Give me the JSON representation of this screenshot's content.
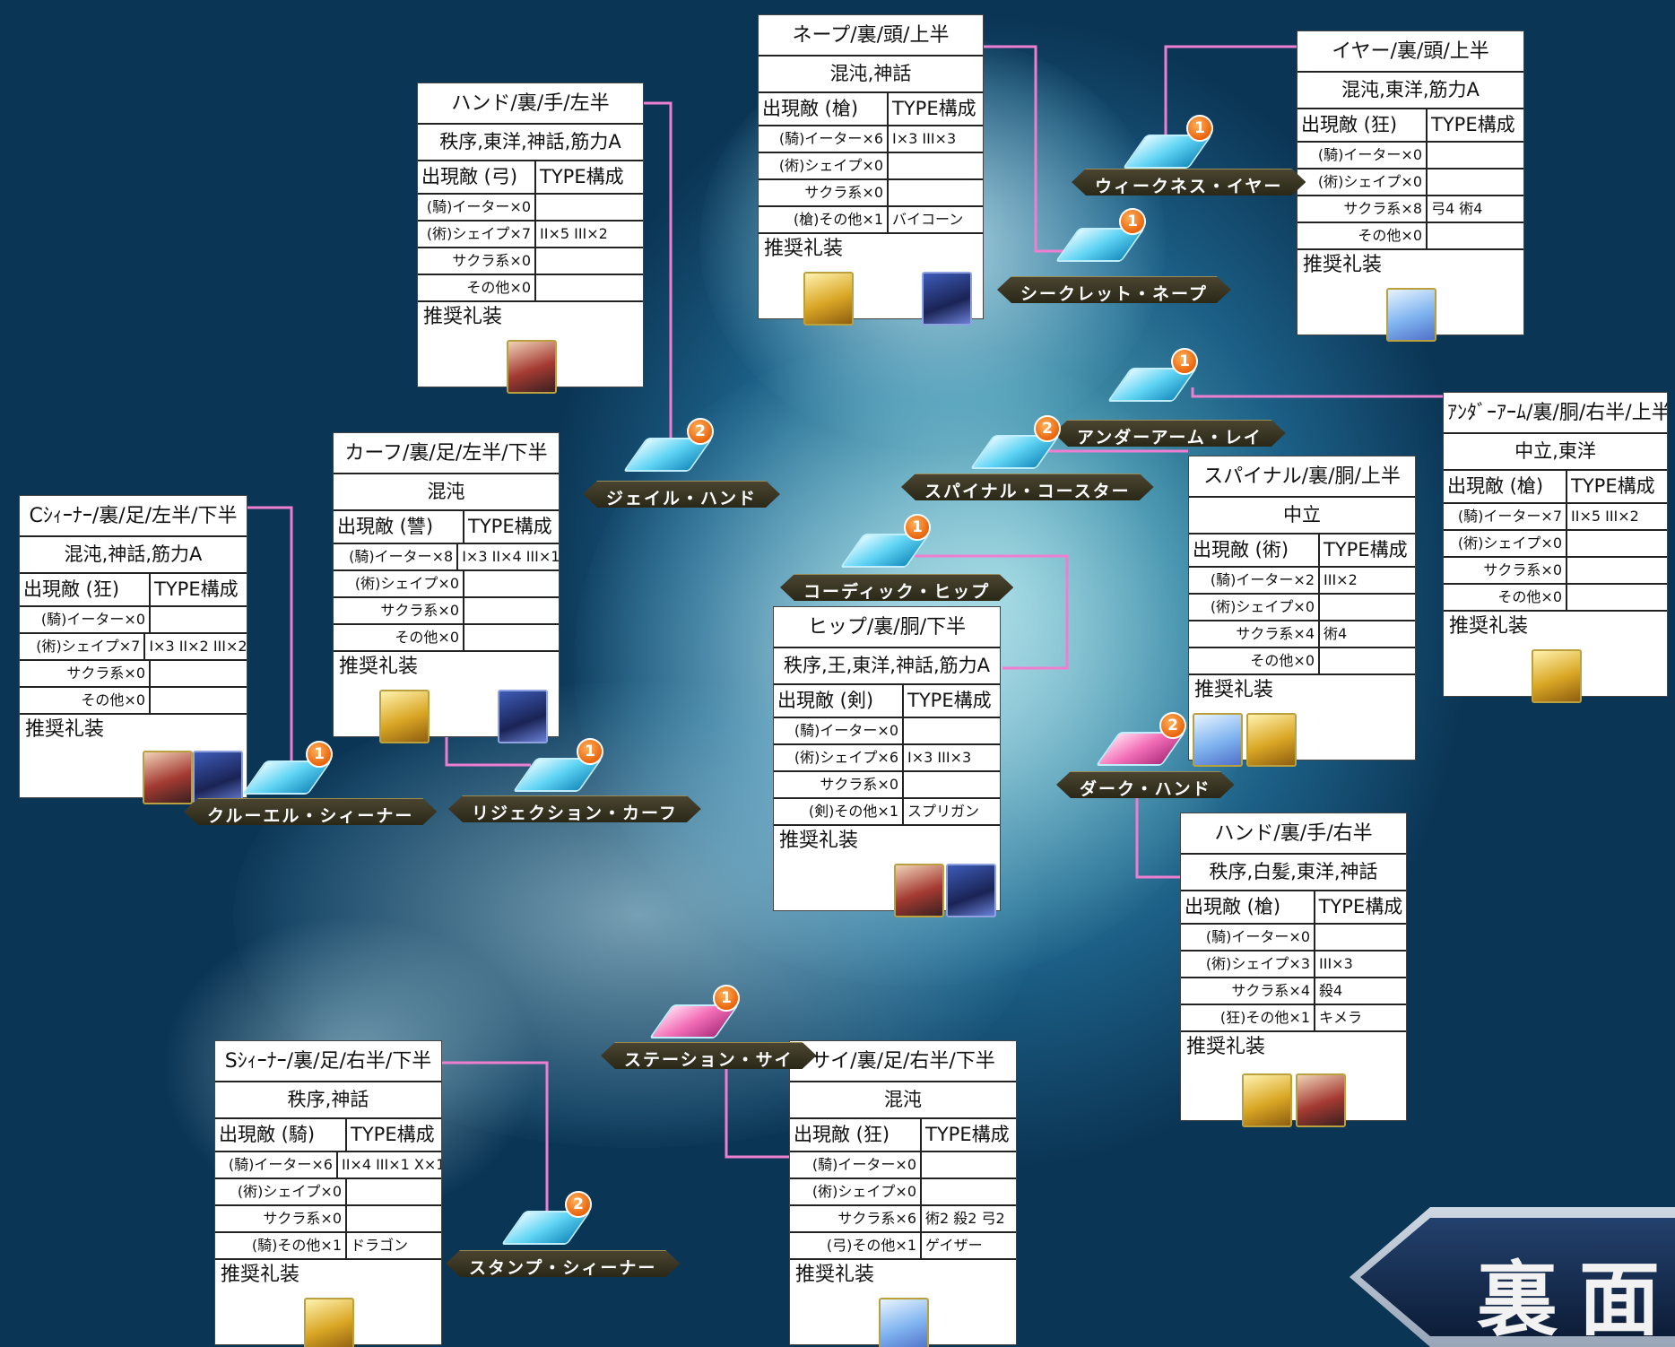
{
  "face_label": "裏面",
  "colors": {
    "connector": "#ee7fd0",
    "node_blue": "#5fd4f4",
    "node_pink": "#f26db6",
    "badge": "#e9640c"
  },
  "nodes": [
    {
      "id": "weakness-ear",
      "label": "ウィークネス・イヤー",
      "count": "1",
      "color": "blue"
    },
    {
      "id": "secret-nape",
      "label": "シークレット・ネープ",
      "count": "1",
      "color": "blue"
    },
    {
      "id": "jail-hand",
      "label": "ジェイル・ハンド",
      "count": "2",
      "color": "blue"
    },
    {
      "id": "underarm-ray",
      "label": "アンダーアーム・レイ",
      "count": "1",
      "color": "blue"
    },
    {
      "id": "spinal-coaster",
      "label": "スパイナル・コースター",
      "count": "2",
      "color": "blue"
    },
    {
      "id": "cordick-hip",
      "label": "コーディック・ヒップ",
      "count": "1",
      "color": "blue"
    },
    {
      "id": "dark-hand",
      "label": "ダーク・ハンド",
      "count": "2",
      "color": "pink"
    },
    {
      "id": "cruel-sheener",
      "label": "クルーエル・シィーナー",
      "count": "1",
      "color": "blue"
    },
    {
      "id": "rejection-calf",
      "label": "リジェクション・カーフ",
      "count": "1",
      "color": "blue"
    },
    {
      "id": "station-psi",
      "label": "ステーション・サイ",
      "count": "1",
      "color": "pink"
    },
    {
      "id": "stamp-sheener",
      "label": "スタンプ・シィーナー",
      "count": "2",
      "color": "blue"
    }
  ],
  "cards": [
    {
      "id": "hand-left",
      "title": "ハンド/裏/手/左半",
      "traits": "秩序,東洋,神話,筋力A",
      "enemy_header": "出現敵 (弓)",
      "type_header": "TYPE構成",
      "rows": [
        {
          "label": "(騎)イーター×0",
          "type": ""
        },
        {
          "label": "(術)シェイプ×7",
          "type": "II×5 III×2"
        },
        {
          "label": "サクラ系×0",
          "type": ""
        },
        {
          "label": "その他×0",
          "type": ""
        }
      ],
      "rec_label": "推奨礼装",
      "ce": [
        "duo"
      ]
    },
    {
      "id": "nape",
      "title": "ネープ/裏/頭/上半",
      "traits": "混沌,神話",
      "enemy_header": "出現敵 (槍)",
      "type_header": "TYPE構成",
      "rows": [
        {
          "label": "(騎)イーター×6",
          "type": "I×3 III×3"
        },
        {
          "label": "(術)シェイプ×0",
          "type": ""
        },
        {
          "label": "サクラ系×0",
          "type": ""
        },
        {
          "label": "(槍)その他×1",
          "type": "バイコーン"
        }
      ],
      "rec_label": "推奨礼装",
      "ce": [
        "gold",
        "dark"
      ]
    },
    {
      "id": "ear",
      "title": "イヤー/裏/頭/上半",
      "traits": "混沌,東洋,筋力A",
      "enemy_header": "出現敵 (狂)",
      "type_header": "TYPE構成",
      "rows": [
        {
          "label": "(騎)イーター×0",
          "type": ""
        },
        {
          "label": "(術)シェイプ×0",
          "type": ""
        },
        {
          "label": "サクラ系×8",
          "type": "弓4 術4"
        },
        {
          "label": "その他×0",
          "type": ""
        }
      ],
      "rec_label": "推奨礼装",
      "ce": [
        "blue"
      ]
    },
    {
      "id": "underarm",
      "title": "ｱﾝﾀﾞｰｱｰﾑ/裏/胴/右半/上半",
      "traits": "中立,東洋",
      "enemy_header": "出現敵 (槍)",
      "type_header": "TYPE構成",
      "rows": [
        {
          "label": "(騎)イーター×7",
          "type": "II×5 III×2"
        },
        {
          "label": "(術)シェイプ×0",
          "type": ""
        },
        {
          "label": "サクラ系×0",
          "type": ""
        },
        {
          "label": "その他×0",
          "type": ""
        }
      ],
      "rec_label": "推奨礼装",
      "ce": [
        "gold"
      ]
    },
    {
      "id": "calf",
      "title": "カーフ/裏/足/左半/下半",
      "traits": "混沌",
      "enemy_header": "出現敵 (讐)",
      "type_header": "TYPE構成",
      "rows": [
        {
          "label": "(騎)イーター×8",
          "type": "I×3 II×4 III×1"
        },
        {
          "label": "(術)シェイプ×0",
          "type": ""
        },
        {
          "label": "サクラ系×0",
          "type": ""
        },
        {
          "label": "その他×0",
          "type": ""
        }
      ],
      "rec_label": "推奨礼装",
      "ce": [
        "gold",
        "dark"
      ]
    },
    {
      "id": "c-sheener",
      "title": "Cｼｨｰﾅｰ/裏/足/左半/下半",
      "traits": "混沌,神話,筋力A",
      "enemy_header": "出現敵 (狂)",
      "type_header": "TYPE構成",
      "rows": [
        {
          "label": "(騎)イーター×0",
          "type": ""
        },
        {
          "label": "(術)シェイプ×7",
          "type": "I×3 II×2 III×2"
        },
        {
          "label": "サクラ系×0",
          "type": ""
        },
        {
          "label": "その他×0",
          "type": ""
        }
      ],
      "rec_label": "推奨礼装",
      "ce": [
        "duo",
        "dark"
      ]
    },
    {
      "id": "spinal",
      "title": "スパイナル/裏/胴/上半",
      "traits": "中立",
      "enemy_header": "出現敵 (術)",
      "type_header": "TYPE構成",
      "rows": [
        {
          "label": "(騎)イーター×2",
          "type": "III×2"
        },
        {
          "label": "(術)シェイプ×0",
          "type": ""
        },
        {
          "label": "サクラ系×4",
          "type": "術4"
        },
        {
          "label": "その他×0",
          "type": ""
        }
      ],
      "rec_label": "推奨礼装",
      "ce": [
        "blue",
        "gold"
      ]
    },
    {
      "id": "hip",
      "title": "ヒップ/裏/胴/下半",
      "traits": "秩序,王,東洋,神話,筋力A",
      "enemy_header": "出現敵 (剣)",
      "type_header": "TYPE構成",
      "rows": [
        {
          "label": "(騎)イーター×0",
          "type": ""
        },
        {
          "label": "(術)シェイプ×6",
          "type": "I×3 III×3"
        },
        {
          "label": "サクラ系×0",
          "type": ""
        },
        {
          "label": "(剣)その他×1",
          "type": "スプリガン"
        }
      ],
      "rec_label": "推奨礼装",
      "ce": [
        "duo",
        "dark"
      ]
    },
    {
      "id": "hand-right",
      "title": "ハンド/裏/手/右半",
      "traits": "秩序,白髪,東洋,神話",
      "enemy_header": "出現敵 (槍)",
      "type_header": "TYPE構成",
      "rows": [
        {
          "label": "(騎)イーター×0",
          "type": ""
        },
        {
          "label": "(術)シェイプ×3",
          "type": "III×3"
        },
        {
          "label": "サクラ系×4",
          "type": "殺4"
        },
        {
          "label": "(狂)その他×1",
          "type": "キメラ"
        }
      ],
      "rec_label": "推奨礼装",
      "ce": [
        "gold",
        "duo"
      ]
    },
    {
      "id": "s-sheener",
      "title": "Sｼｨｰﾅｰ/裏/足/右半/下半",
      "traits": "秩序,神話",
      "enemy_header": "出現敵 (騎)",
      "type_header": "TYPE構成",
      "rows": [
        {
          "label": "(騎)イーター×6",
          "type": "II×4 III×1 X×1"
        },
        {
          "label": "(術)シェイプ×0",
          "type": ""
        },
        {
          "label": "サクラ系×0",
          "type": ""
        },
        {
          "label": "(騎)その他×1",
          "type": "ドラゴン"
        }
      ],
      "rec_label": "推奨礼装",
      "ce": [
        "gold"
      ]
    },
    {
      "id": "psi",
      "title": "サイ/裏/足/右半/下半",
      "traits": "混沌",
      "enemy_header": "出現敵 (狂)",
      "type_header": "TYPE構成",
      "rows": [
        {
          "label": "(騎)イーター×0",
          "type": ""
        },
        {
          "label": "(術)シェイプ×0",
          "type": ""
        },
        {
          "label": "サクラ系×6",
          "type": "術2 殺2 弓2"
        },
        {
          "label": "(弓)その他×1",
          "type": "ゲイザー"
        }
      ],
      "rec_label": "推奨礼装",
      "ce": [
        "blue"
      ]
    }
  ]
}
